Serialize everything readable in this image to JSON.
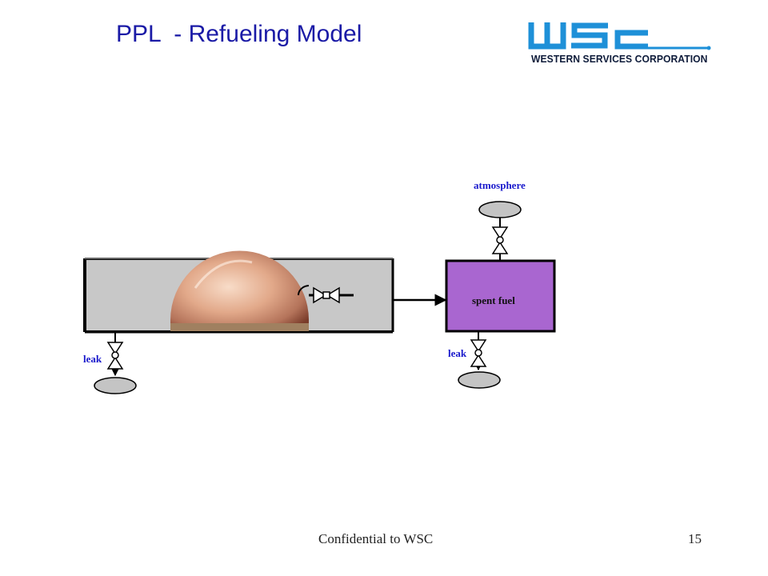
{
  "slide": {
    "title": "PPL  - Refueling Model",
    "logo_text": "WESTERN SERVICES CORPORATION",
    "footer_text": "Confidential to WSC",
    "page_number": "15"
  },
  "diagram": {
    "nodes": {
      "atmosphere_label": "atmosphere",
      "spent_fuel_label": "spent fuel",
      "leak_left_label": "leak",
      "leak_right_label": "leak"
    },
    "colors": {
      "title": "#1a1aa6",
      "label_blue": "#1a1acc",
      "reactor_box": "#c8c8c8",
      "spent_fuel_box": "#a966d0",
      "sink_ellipse": "#c4c4c4"
    }
  }
}
